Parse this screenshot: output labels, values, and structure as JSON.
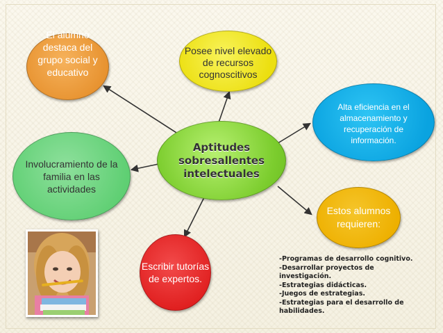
{
  "diagram": {
    "center": {
      "lines": [
        "Aptitudes",
        "sobresallentes",
        "intelectuales"
      ]
    },
    "nodes": {
      "alumno": {
        "text": "El alumno destaca del grupo social y educativo",
        "color": "#e7922f"
      },
      "posee": {
        "text": "Posee nivel elevado de recursos cognoscitivos",
        "color": "#ecdf10"
      },
      "alta": {
        "text": "Alta eficiencia en el almacenamiento y recuperación de información.",
        "color": "#0aa3e0"
      },
      "involucramiento": {
        "text": "Involucramiento de la familia en las actividades",
        "color": "#5fcf73"
      },
      "estos": {
        "text": "Estos alumnos requieren:",
        "color": "#eeb000"
      },
      "escribir": {
        "text": "Escribir tutorías de expertos.",
        "color": "#e01f1f"
      }
    },
    "requirements": [
      "-Programas de desarrollo cognitivo.",
      "-Desarrollar proyectos de investigación.",
      "-Estrategias didácticas.",
      "-Juegos de estrategias.",
      "-Estrategias para el desarrollo de habilidades."
    ]
  },
  "photo": {
    "icon": "girl-with-books-photo"
  }
}
